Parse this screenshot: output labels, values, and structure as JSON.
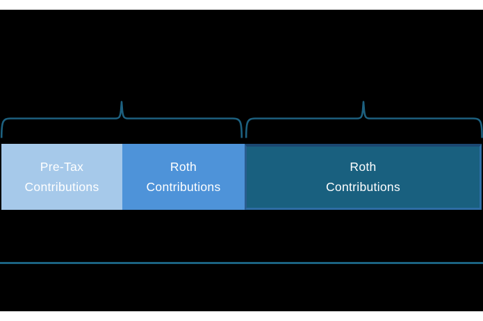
{
  "diagram": {
    "background_color": "#000000",
    "margin_strip_color": "#ffffff",
    "braces": {
      "color": "#1d6180",
      "left_brace": {
        "span": "over pre-tax and middle roth segments"
      },
      "right_brace": {
        "span": "over right roth segment"
      }
    },
    "bar": {
      "text_color": "#ffffff",
      "segments": [
        {
          "id": "pre-tax",
          "line1": "Pre-Tax",
          "line2": "Contributions",
          "color": "#a6c9ea"
        },
        {
          "id": "roth-middle",
          "line1": "Roth",
          "line2": "Contributions",
          "color": "#4e93d9"
        },
        {
          "id": "roth-right",
          "line1": "Roth",
          "line2": "Contributions",
          "color": "#19607f",
          "border_color": "#2e6da4"
        }
      ]
    },
    "divider": {
      "color": "#1b6382"
    }
  }
}
